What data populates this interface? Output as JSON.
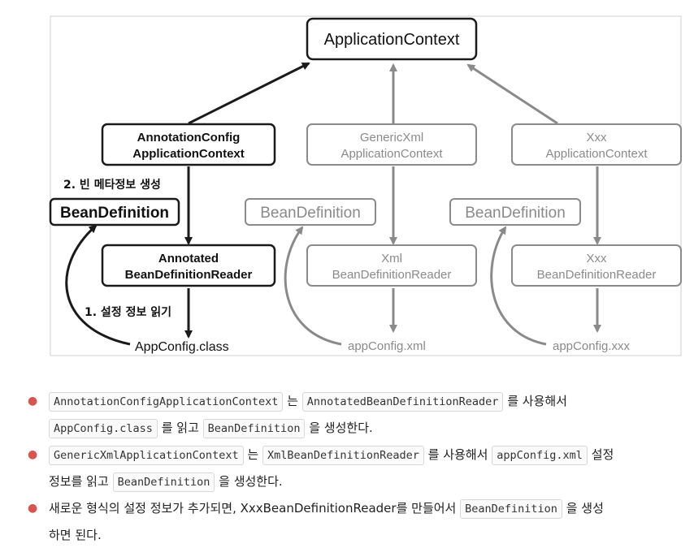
{
  "diagram": {
    "nodes": {
      "app_context": "ApplicationContext",
      "anno_line1": "AnnotationConfig",
      "anno_line2": "ApplicationContext",
      "generic_line1": "GenericXml",
      "generic_line2": "ApplicationContext",
      "xxx_line1": "Xxx",
      "xxx_line2": "ApplicationContext",
      "bd_left": "BeanDefinition",
      "bd_mid": "BeanDefinition",
      "bd_right": "BeanDefinition",
      "reader_anno_line1": "Annotated",
      "reader_anno_line2": "BeanDefinitionReader",
      "reader_xml_line1": "Xml",
      "reader_xml_line2": "BeanDefinitionReader",
      "reader_xxx_line1": "Xxx",
      "reader_xxx_line2": "BeanDefinitionReader",
      "src_appconfig_class": "AppConfig.class",
      "src_appconfig_xml": "appConfig.xml",
      "src_appconfig_xxx": "appConfig.xxx"
    },
    "annotations": {
      "step2": "2. 빈 메타정보 생성",
      "step1": "1. 설정 정보 읽기"
    }
  },
  "bullets": [
    {
      "c1": "AnnotationConfigApplicationContext",
      "t1": "는",
      "c2": "AnnotatedBeanDefinitionReader",
      "t2": "를 사용해서",
      "c3": "AppConfig.class",
      "t3": "를 읽고",
      "c4": "BeanDefinition",
      "t4": "을 생성한다."
    },
    {
      "c1": "GenericXmlApplicationContext",
      "t1": "는",
      "c2": "XmlBeanDefinitionReader",
      "t2": "를 사용해서",
      "c3": "appConfig.xml",
      "t3": "설정",
      "t3b": "정보를 읽고",
      "c4": "BeanDefinition",
      "t4": "을 생성한다."
    },
    {
      "t1": "새로운 형식의 설정 정보가 추가되면, XxxBeanDefinitionReader를 만들어서",
      "c1": "BeanDefinition",
      "t2": "을 생성",
      "t3": "하면 된다."
    }
  ],
  "colors": {
    "active": "#1a1a1a",
    "inactive": "#8a8a8a",
    "bullet": "#d9534f"
  }
}
